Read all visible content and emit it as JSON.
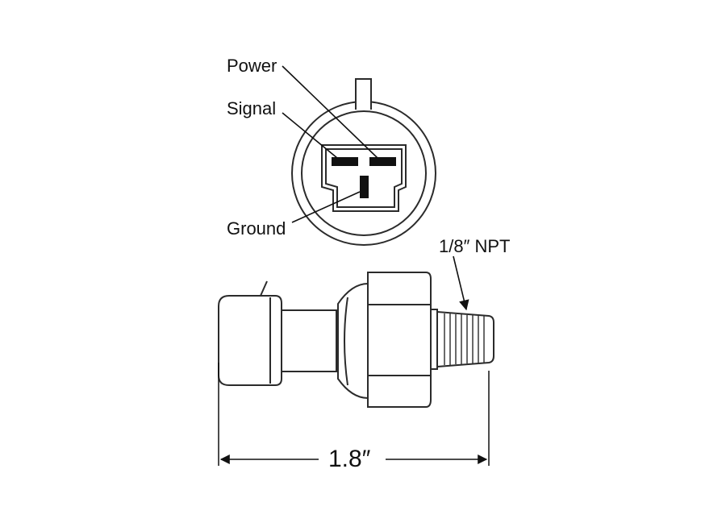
{
  "labels": {
    "power": "Power",
    "signal": "Signal",
    "ground": "Ground",
    "thread": "1/8″ NPT",
    "length": "1.8″"
  },
  "colors": {
    "stroke": "#2b2b2b",
    "pin": "#111111",
    "background": "#ffffff"
  }
}
